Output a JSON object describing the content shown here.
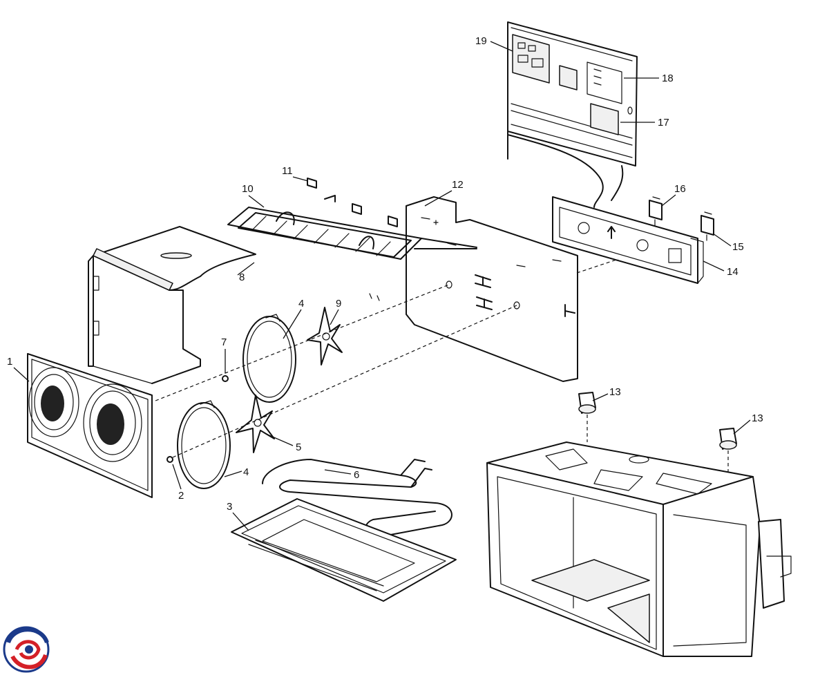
{
  "callouts": [
    {
      "id": "c1",
      "text": "1"
    },
    {
      "id": "c2",
      "text": "2"
    },
    {
      "id": "c3",
      "text": "3"
    },
    {
      "id": "c4a",
      "text": "4"
    },
    {
      "id": "c4b",
      "text": "4"
    },
    {
      "id": "c5",
      "text": "5"
    },
    {
      "id": "c6",
      "text": "6"
    },
    {
      "id": "c7",
      "text": "7"
    },
    {
      "id": "c8",
      "text": "8"
    },
    {
      "id": "c9",
      "text": "9"
    },
    {
      "id": "c10",
      "text": "10"
    },
    {
      "id": "c11",
      "text": "11"
    },
    {
      "id": "c12",
      "text": "12"
    },
    {
      "id": "c13a",
      "text": "13"
    },
    {
      "id": "c13b",
      "text": "13"
    },
    {
      "id": "c14",
      "text": "14"
    },
    {
      "id": "c15",
      "text": "15"
    },
    {
      "id": "c16",
      "text": "16"
    },
    {
      "id": "c17",
      "text": "17"
    },
    {
      "id": "c18",
      "text": "18"
    },
    {
      "id": "c19",
      "text": "19"
    }
  ],
  "logo": {
    "colors": [
      "#1b3a8a",
      "#d42027"
    ]
  }
}
